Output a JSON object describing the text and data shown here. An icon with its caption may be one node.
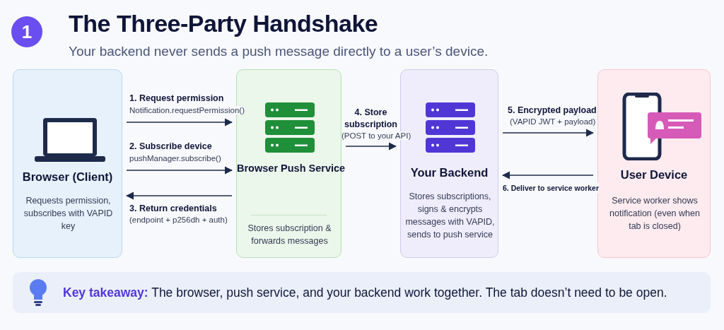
{
  "diagram": {
    "title": "The Three-Party Handshake",
    "nodes": [
      {
        "text": [
          "Browser (Client)",
          "Requests permission, subscribes with VAPID key"
        ]
      },
      {
        "text": [
          "Browser Push Service",
          "Stores subscription & forwards messages"
        ]
      },
      {
        "text": [
          "Your Backend",
          "Stores subscriptions, signs & encrypts messages with VAPID, sends to push service"
        ]
      },
      {
        "text": [
          "User Device",
          "Service worker shows notification (even when tab is closed)"
        ]
      },
      {
        "text": [
          "**Key takeaway:** The browser, push service, and your backend work together. The tab doesn’t need to be open."
        ]
      }
    ],
    "edges": [
      {
        "from": 0,
        "to": 1,
        "arrow": "to",
        "label": "1. Request permission"
      },
      {
        "from": 0,
        "to": 1,
        "arrow": "to",
        "label": "2. Subscribe device"
      },
      {
        "from": 1,
        "to": 0,
        "arrow": "to",
        "label": "3. Return credentials"
      },
      {
        "from": 1,
        "to": 2,
        "arrow": "to",
        "label": "4. Store subscription"
      },
      {
        "from": 2,
        "to": 3,
        "arrow": "to",
        "label": "5. Encrypted payload"
      },
      {
        "from": 3,
        "to": 2,
        "arrow": "to",
        "label": "6. Deliver to service worker"
      }
    ],
    "labels": [
      "1",
      "Your backend never sends a push message directly to a user’s device.",
      "Notification.requestPermission()",
      "pushManager.subscribe()",
      "(endpoint + p256dh + auth)",
      "(POST to your API)",
      "(VAPID JWT + payload)"
    ]
  }
}
